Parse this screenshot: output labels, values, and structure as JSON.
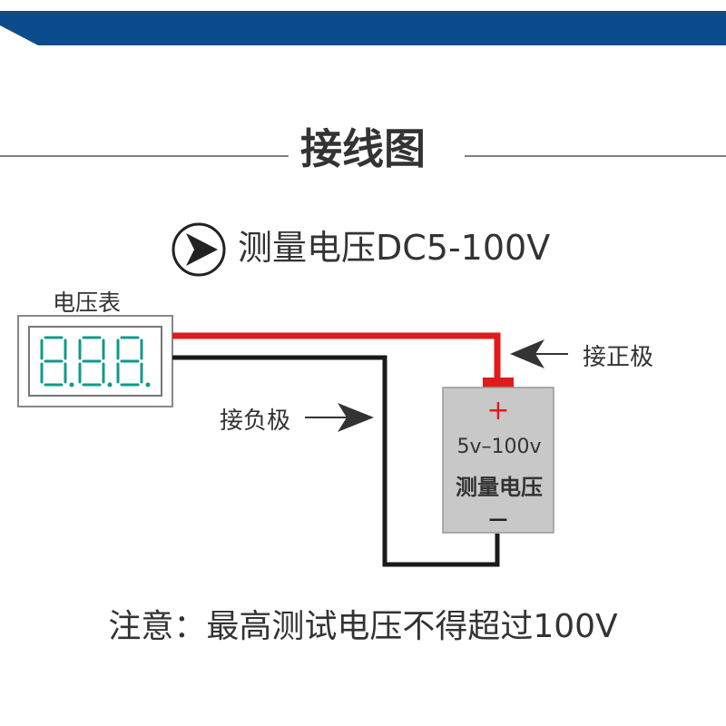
{
  "colors": {
    "banner": "#0b4d8c",
    "positive_wire": "#e11b1b",
    "negative_wire": "#1a1a1a",
    "meter_digits": "#0f9a8c",
    "source_box": "#c8c8c8"
  },
  "title": "接线图",
  "subtitle": "测量电压DC5-100V",
  "meter": {
    "label": "电压表",
    "display": "8.8.8."
  },
  "labels": {
    "positive": "接正极",
    "negative": "接负极"
  },
  "source": {
    "plus": "+",
    "range": "5v–100v",
    "name": "测量电压",
    "minus": "−"
  },
  "note": "注意：最高测试电压不得超过100V"
}
